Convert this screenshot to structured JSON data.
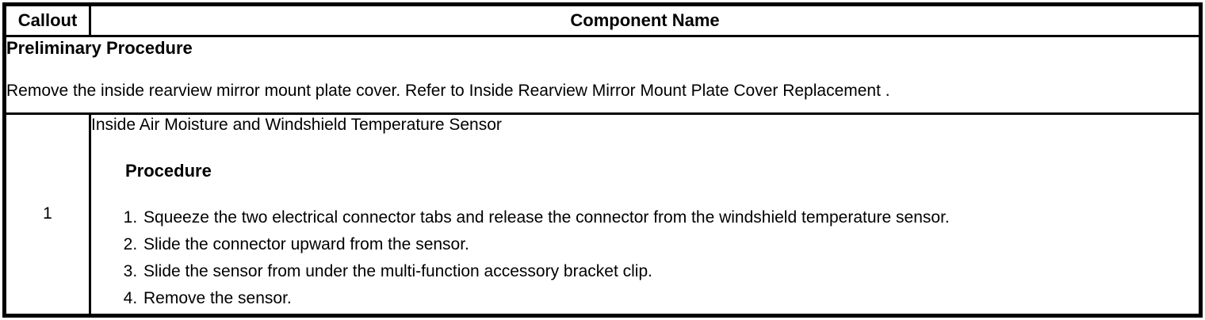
{
  "table": {
    "header": {
      "callout_label": "Callout",
      "component_name_label": "Component Name"
    },
    "preliminary": {
      "title": "Preliminary Procedure",
      "text": "Remove the inside rearview mirror mount plate cover. Refer to Inside Rearview Mirror Mount Plate Cover Replacement ."
    },
    "rows": [
      {
        "callout": "1",
        "component": "Inside Air Moisture and Windshield Temperature Sensor",
        "procedure_label": "Procedure",
        "steps": [
          "Squeeze the two electrical connector tabs and release the connector from the windshield temperature sensor.",
          "Slide the connector upward from the sensor.",
          "Slide the sensor from under the multi-function accessory bracket clip.",
          "Remove the sensor."
        ]
      }
    ]
  },
  "colors": {
    "border": "#000000",
    "background": "#ffffff",
    "text": "#000000"
  }
}
